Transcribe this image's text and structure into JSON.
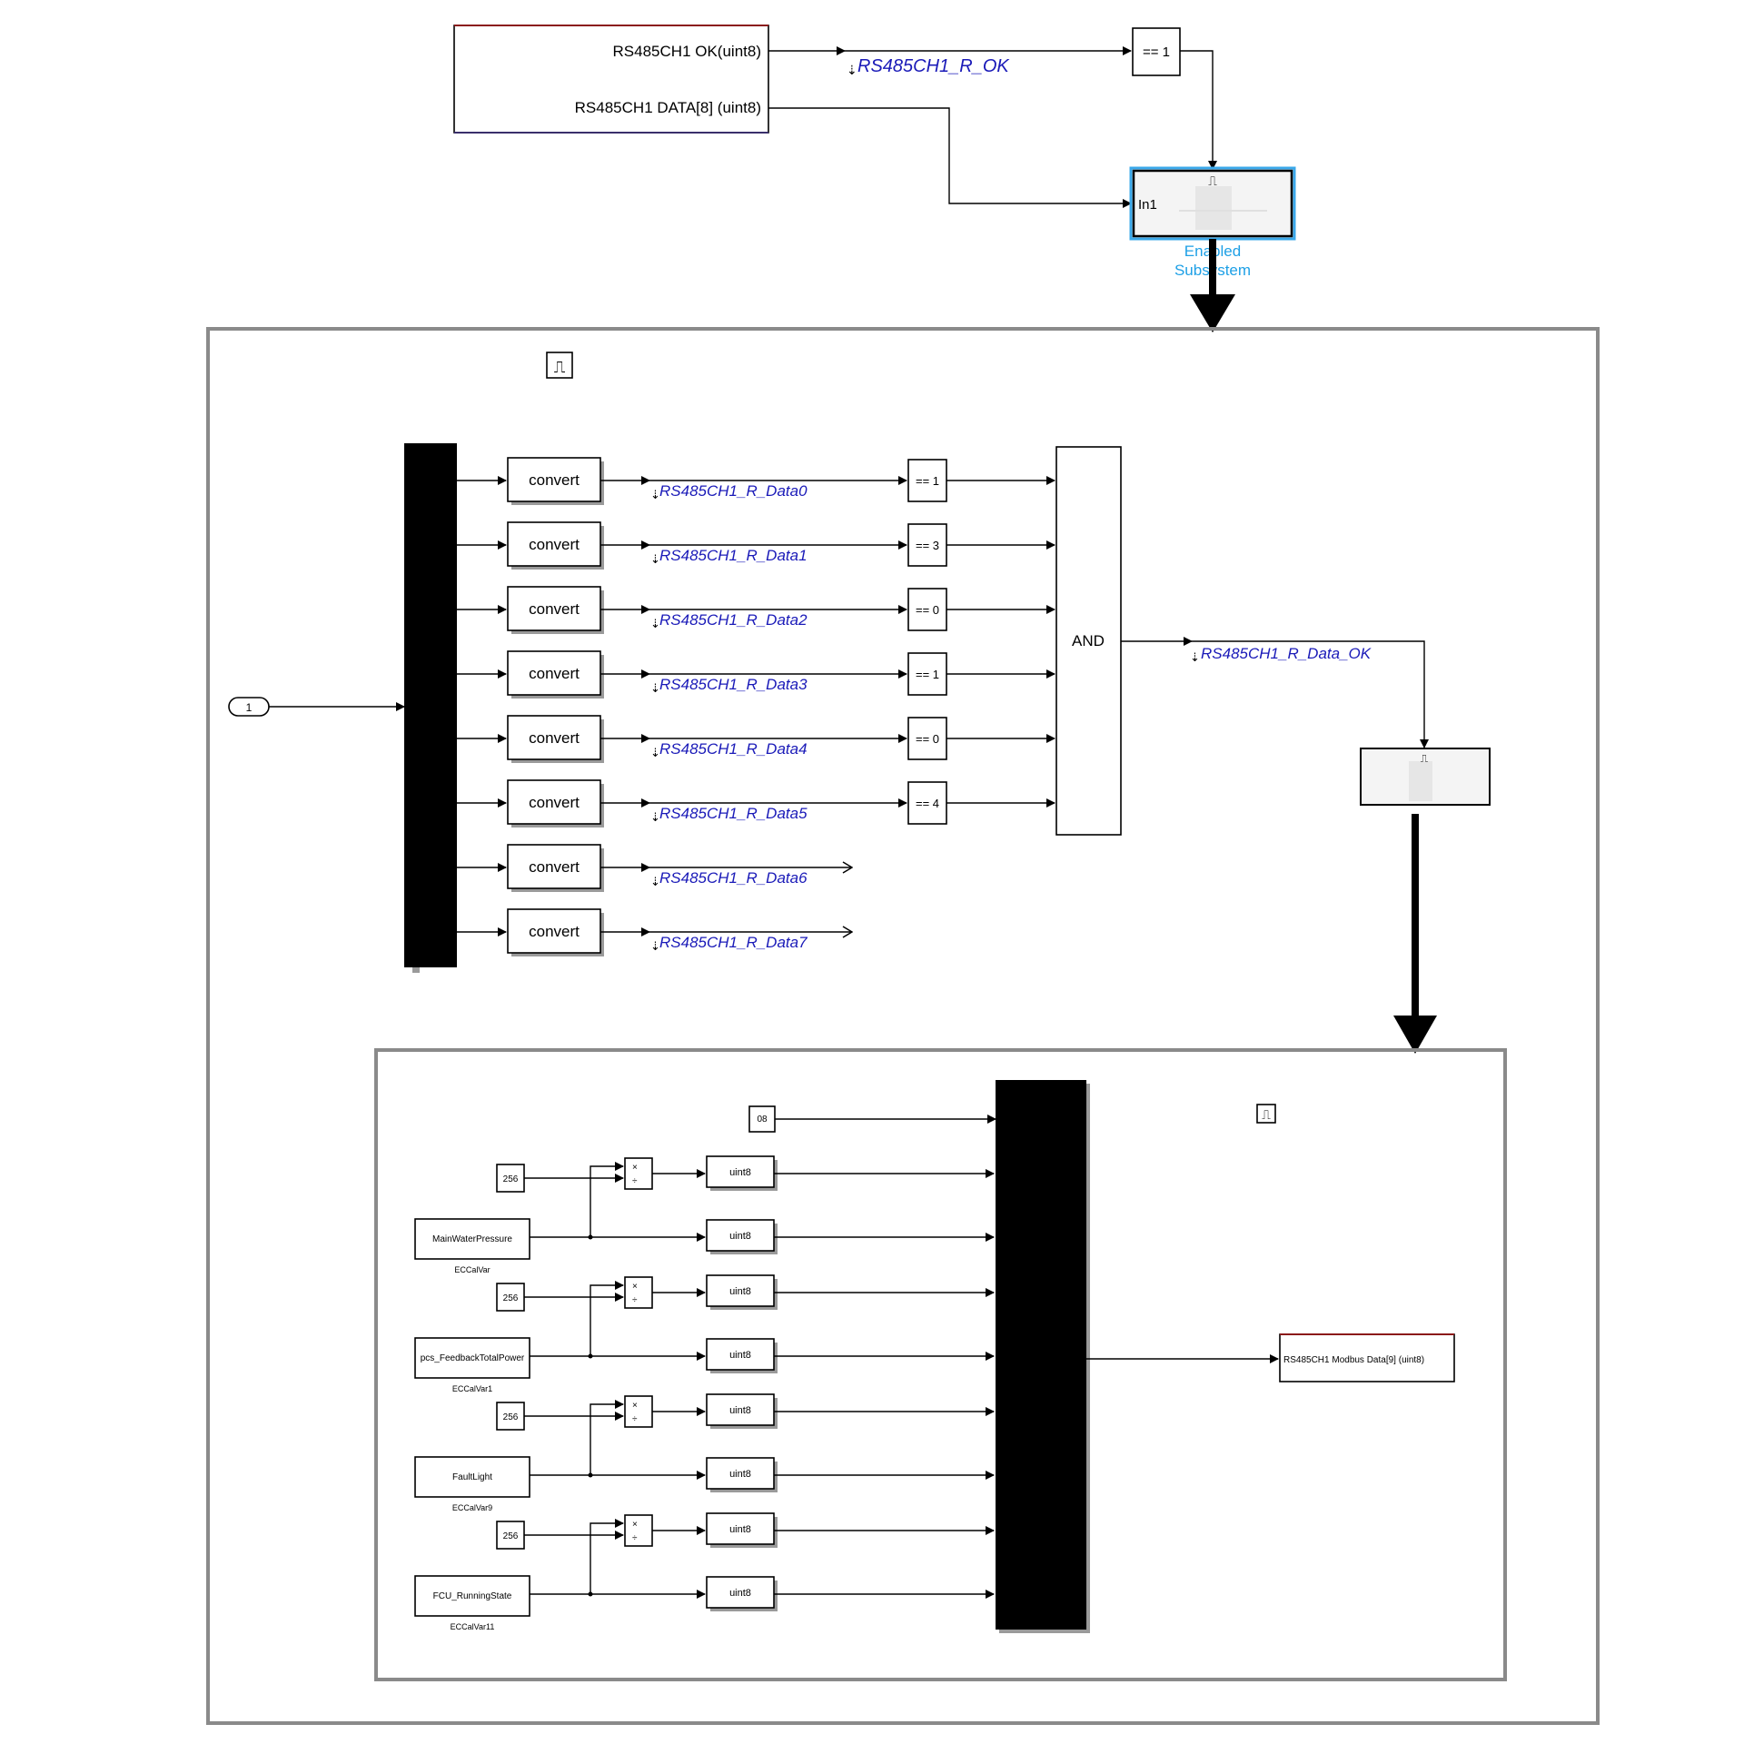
{
  "top": {
    "source_block": {
      "port_ok": "RS485CH1 OK(uint8)",
      "port_data": "RS485CH1 DATA[8] (uint8)"
    },
    "signal_ok": "RS485CH1_R_OK",
    "compare_ok": "== 1",
    "enabled_subsystem": {
      "in_port": "In1",
      "name_line1": "Enabled",
      "name_line2": "Subsystem"
    }
  },
  "middle": {
    "inport": "1",
    "convert_label": "convert",
    "channels": [
      {
        "signal": "RS485CH1_R_Data0",
        "compare": "== 1"
      },
      {
        "signal": "RS485CH1_R_Data1",
        "compare": "== 3"
      },
      {
        "signal": "RS485CH1_R_Data2",
        "compare": "== 0"
      },
      {
        "signal": "RS485CH1_R_Data3",
        "compare": "== 1"
      },
      {
        "signal": "RS485CH1_R_Data4",
        "compare": "== 0"
      },
      {
        "signal": "RS485CH1_R_Data5",
        "compare": "== 4"
      },
      {
        "signal": "RS485CH1_R_Data6",
        "compare": ""
      },
      {
        "signal": "RS485CH1_R_Data7",
        "compare": ""
      }
    ],
    "and_label": "AND",
    "signal_data_ok": "RS485CH1_R_Data_OK"
  },
  "bottom": {
    "const_08": "08",
    "multiplier": "256",
    "cast_label": "uint8",
    "product_ops": [
      "×",
      "÷"
    ],
    "groups": [
      {
        "var": "MainWaterPressure",
        "cal": "ECCalVar"
      },
      {
        "var": "pcs_FeedbackTotalPower",
        "cal": "ECCalVar1"
      },
      {
        "var": "FaultLight",
        "cal": "ECCalVar9"
      },
      {
        "var": "FCU_RunningState",
        "cal": "ECCalVar11"
      }
    ],
    "output_block": "RS485CH1 Modbus Data[9] (uint8)"
  },
  "colors": {
    "signal_text": "#1a1ab8",
    "subsystem_highlight": "#3aa8ea",
    "frame": "#8a8a8a",
    "source_block_top": "#8b1a1a",
    "source_block_bottom": "#3a2f6b"
  }
}
